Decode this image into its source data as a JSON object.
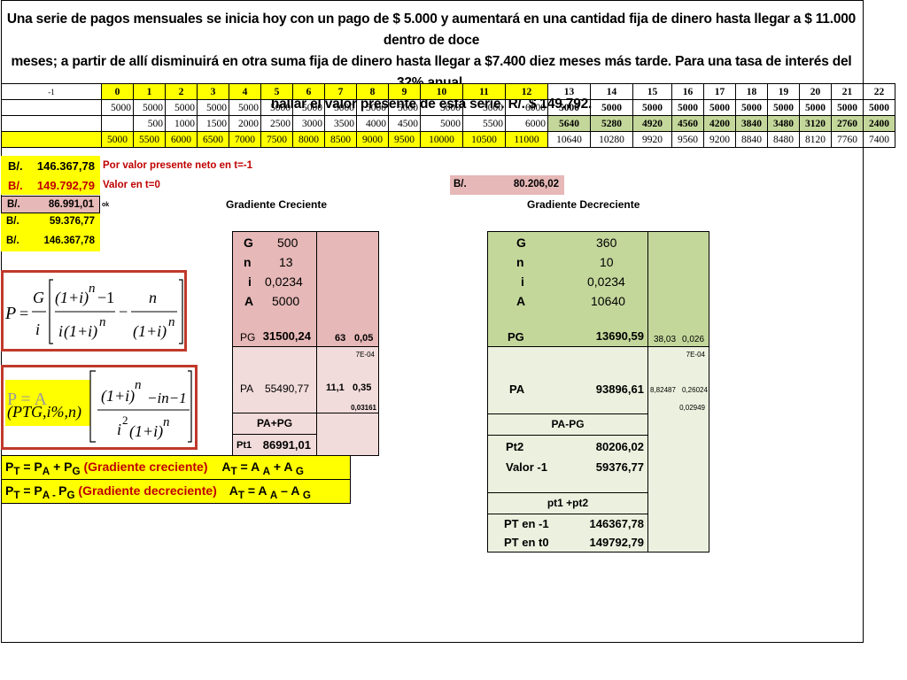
{
  "statement": {
    "line1": "Una serie de pagos mensuales se inicia hoy con un pago de $ 5.000 y aumentará en una cantidad fija de dinero hasta llegar a $ 11.000 dentro de doce",
    "line2": "meses; a partir de allí disminuirá en otra suma fija de dinero hasta llegar a $7.400 diez meses más tarde. Para una tasa de interés del 32% anual,",
    "line3a": "hallar el valor presente de esta serie.",
    "line3b": "R/. $ 149.792",
    "line3c": "."
  },
  "table": {
    "periods": [
      "-1",
      "0",
      "1",
      "2",
      "3",
      "4",
      "5",
      "6",
      "7",
      "8",
      "9",
      "10",
      "11",
      "12",
      "13",
      "14",
      "15",
      "16",
      "17",
      "18",
      "19",
      "20",
      "21",
      "22"
    ],
    "base": [
      "",
      "5000",
      "5000",
      "5000",
      "5000",
      "5000",
      "5000",
      "5000",
      "5000",
      "5000",
      "5000",
      "5000",
      "5000",
      "6000",
      "5000",
      "5000",
      "5000",
      "5000",
      "5000",
      "5000",
      "5000",
      "5000",
      "5000",
      "5000"
    ],
    "gradient": [
      "",
      "",
      "500",
      "1000",
      "1500",
      "2000",
      "2500",
      "3000",
      "3500",
      "4000",
      "4500",
      "5000",
      "5500",
      "6000",
      "5640",
      "5280",
      "4920",
      "4560",
      "4200",
      "3840",
      "3480",
      "3120",
      "2760",
      "2400"
    ],
    "payments": [
      "",
      "5000",
      "5500",
      "6000",
      "6500",
      "7000",
      "7500",
      "8000",
      "8500",
      "9000",
      "9500",
      "10000",
      "10500",
      "11000",
      "10640",
      "10280",
      "9920",
      "9560",
      "9200",
      "8840",
      "8480",
      "8120",
      "7760",
      "7400"
    ]
  },
  "results": {
    "currency": "B/.",
    "npv_value": "146.367,78",
    "npv_label": "Por valor presente neto  en t=-1",
    "pv_t0_value": "149.792,79",
    "pv_t0_label": "Valor en t=0",
    "r3": "86.991,01",
    "r3_note": "ok",
    "r4": "59.376,77",
    "r5": "146.367,78",
    "mid_value": "80.206,02"
  },
  "headings": {
    "creciente": "Gradiente Creciente",
    "decreciente": "Gradiente Decreciente"
  },
  "creciente": {
    "G_label": "G",
    "G": "500",
    "n_label": "n",
    "n": "13",
    "i_label": "i",
    "i": "0,0234",
    "A_label": "A",
    "A": "5000",
    "PG_label": "PG",
    "PG": "31500,24",
    "PG_side1": "63",
    "PG_side2": "0,05",
    "side_small1": "7E-04",
    "PA_label": "PA",
    "PA": "55490,77",
    "PA_side1": "11,1",
    "PA_side2": "0,35",
    "side_small2": "0,03161",
    "sum_label": "PA+PG",
    "pt1_label": "Pt1",
    "pt1": "86991,01"
  },
  "decreciente": {
    "G_label": "G",
    "G": "360",
    "n_label": "n",
    "n": "10",
    "i_label": "i",
    "i": "0,0234",
    "A_label": "A",
    "A": "10640",
    "PG_label": "PG",
    "PG": "13690,59",
    "PG_side1": "38,03",
    "PG_side2": "0,026",
    "side_small1": "7E-04",
    "PA_label": "PA",
    "PA": "93896,61",
    "PA_side1": "8,82487",
    "PA_side2": "0,26024",
    "side_small2": "0,02949",
    "diff_label": "PA-PG",
    "pt2_label": "Pt2",
    "pt2": "80206,02",
    "valor_label": "Valor -1",
    "valor": "59376,77",
    "sum_label": "pt1 +pt2",
    "pt_m1_label": "PT en -1",
    "pt_m1": "146367,78",
    "pt_t0_label": "PT en t0",
    "pt_t0": "149792,79"
  },
  "notes": {
    "l1_a": "P",
    "l1_b": "T",
    "l1_c": " = P",
    "l1_d": "A",
    "l1_e": " + P",
    "l1_f": "G",
    "l1_g": "   (Gradiente creciente)",
    "l1_h": "A",
    "l1_i": "T",
    "l1_j": " = A ",
    "l1_k": "A",
    "l1_l": " + A ",
    "l1_m": "G",
    "l2_a": "P",
    "l2_b": "T",
    "l2_c": " = P",
    "l2_d": "A - ",
    "l2_e": "P",
    "l2_f": "G",
    "l2_g": "   (Gradiente decreciente)",
    "l2_h": "A",
    "l2_i": "T",
    "l2_j": " = A ",
    "l2_k": "A",
    "l2_l": " – A ",
    "l2_m": "G"
  },
  "formula1": {
    "P": "P",
    "eq": "=",
    "G": "G",
    "i": "i",
    "one_plus_i": "(1+i)",
    "n": "n",
    "minus_one": "−1",
    "minus": "−",
    "n2": "n"
  },
  "formula2": {
    "lhs_top": "P = A",
    "lhs_bottom": "(PTG,i%,n)",
    "num": "(1+i)",
    "n": "n",
    "tail": "−in−1",
    "den_i": "i",
    "den_2": "2",
    "den_par": "(1+i)",
    "den_n": "n"
  },
  "colors": {
    "yellow": "#ffff00",
    "pink": "#e6b8b7",
    "light_pink": "#f2dcdb",
    "green": "#c4d79b",
    "light_green": "#ebf1de",
    "red_text": "#c00000",
    "formula_border": "#c0392b"
  }
}
